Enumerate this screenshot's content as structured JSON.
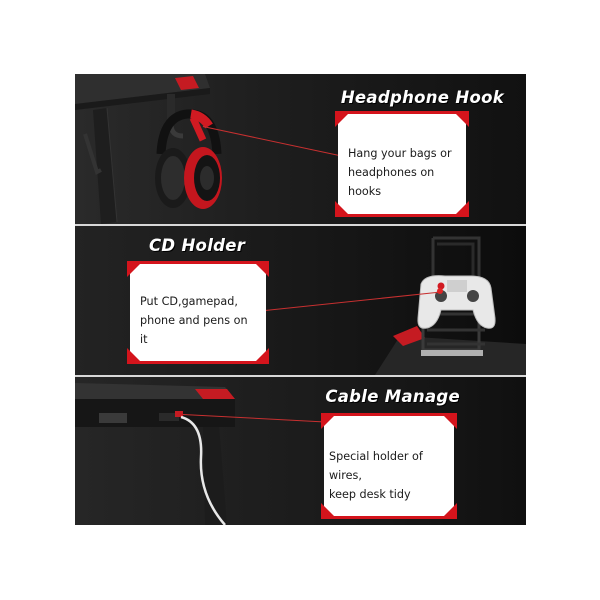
{
  "sections": [
    {
      "heading": "Headphone Hook",
      "lines": [
        "Hang your bags or",
        "headphones on hooks"
      ],
      "illustration_icon": "headphones-on-hook-icon"
    },
    {
      "heading": "CD Holder",
      "lines": [
        "Put CD,gamepad,",
        "phone and pens on it"
      ],
      "illustration_icon": "gamepad-holder-icon"
    },
    {
      "heading": "Cable Manage",
      "lines": [
        "Special holder of wires,",
        "keep desk tidy"
      ],
      "illustration_icon": "cable-holder-icon"
    }
  ],
  "colors": {
    "accent": "#d4141c",
    "panel_dark": "#1b1b1b",
    "heading_text": "#ffffff",
    "card_bg": "#ffffff"
  }
}
